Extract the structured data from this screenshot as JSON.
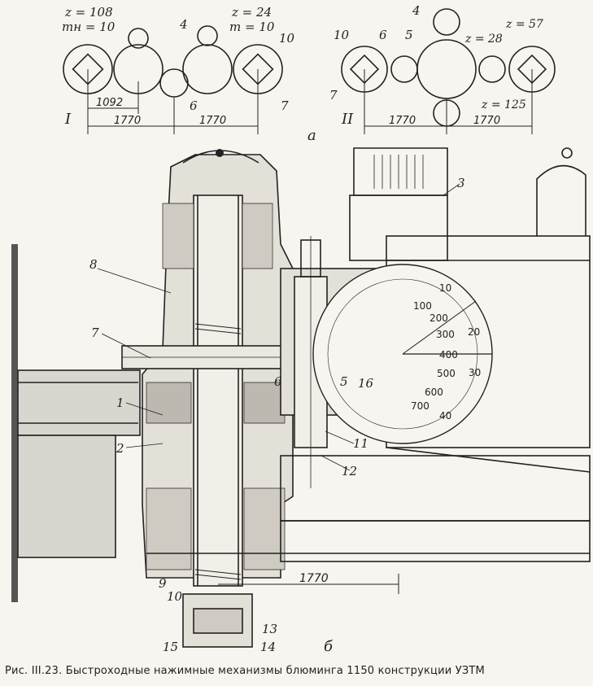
{
  "scheme_I": {
    "z_left": "z = 108",
    "m_left": "mн = 10",
    "z_right": "z = 24",
    "m_right": "m = 10",
    "numerals": [
      "4",
      "10",
      "6",
      "7"
    ],
    "dims": [
      "1092",
      "1770",
      "1770"
    ],
    "roman": "I"
  },
  "scheme_II": {
    "numerals": [
      "4",
      "10",
      "6",
      "5",
      "7"
    ],
    "z_labels": [
      "z = 28",
      "z = 57",
      "z = 125"
    ],
    "dims": [
      "1770",
      "1770"
    ],
    "roman": "II"
  },
  "sub_a": "а",
  "sub_b": "б",
  "section_dim": "1770",
  "part_labels": [
    "3",
    "8",
    "7",
    "1",
    "2",
    "6",
    "5",
    "16",
    "11",
    "12",
    "9",
    "10",
    "13",
    "15",
    "14"
  ],
  "dial": {
    "outer": [
      "10",
      "20",
      "30",
      "40"
    ],
    "inner": [
      "100",
      "200",
      "300",
      "400",
      "500",
      "600",
      "700"
    ]
  },
  "caption": "Рис. III.23. Быстроходные нажимные механизмы блюминга 1150 конструкции УЗТМ"
}
